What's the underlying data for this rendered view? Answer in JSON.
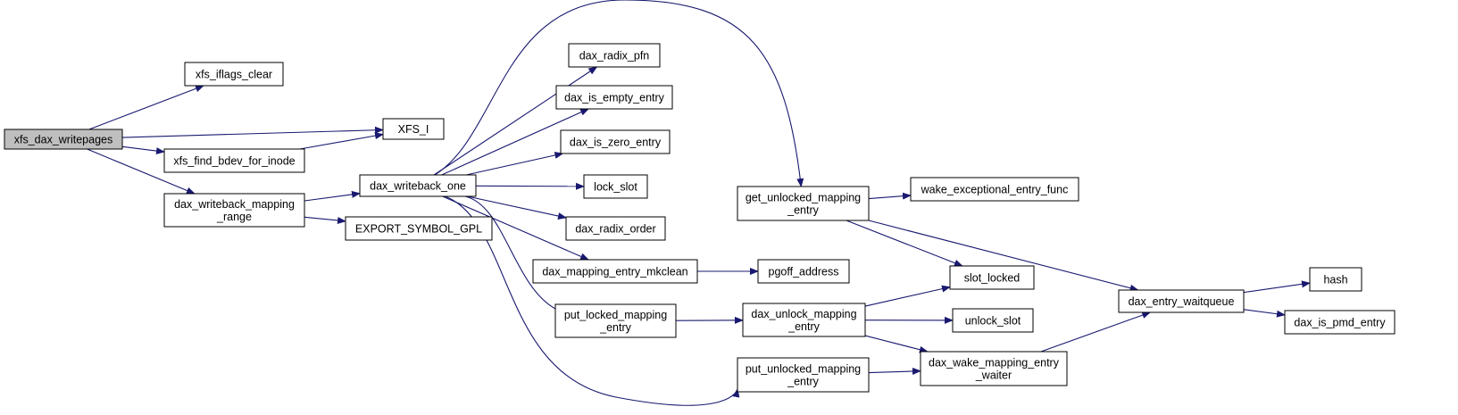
{
  "colors": {
    "node_fill": "#ffffff",
    "root_fill": "#bfbfbf",
    "node_border": "#000000",
    "edge": "#191970"
  },
  "nodes": [
    {
      "id": "xfs_dax_writepages",
      "lines": [
        "xfs_dax_writepages"
      ],
      "root": true
    },
    {
      "id": "xfs_iflags_clear",
      "lines": [
        "xfs_iflags_clear"
      ]
    },
    {
      "id": "XFS_I",
      "lines": [
        "XFS_I"
      ]
    },
    {
      "id": "xfs_find_bdev_for_inode",
      "lines": [
        "xfs_find_bdev_for_inode"
      ]
    },
    {
      "id": "dax_writeback_mapping_range",
      "lines": [
        "dax_writeback_mapping",
        "_range"
      ]
    },
    {
      "id": "dax_writeback_one",
      "lines": [
        "dax_writeback_one"
      ]
    },
    {
      "id": "EXPORT_SYMBOL_GPL",
      "lines": [
        "EXPORT_SYMBOL_GPL"
      ]
    },
    {
      "id": "dax_radix_pfn",
      "lines": [
        "dax_radix_pfn"
      ]
    },
    {
      "id": "dax_is_empty_entry",
      "lines": [
        "dax_is_empty_entry"
      ]
    },
    {
      "id": "dax_is_zero_entry",
      "lines": [
        "dax_is_zero_entry"
      ]
    },
    {
      "id": "lock_slot",
      "lines": [
        "lock_slot"
      ]
    },
    {
      "id": "dax_radix_order",
      "lines": [
        "dax_radix_order"
      ]
    },
    {
      "id": "dax_mapping_entry_mkclean",
      "lines": [
        "dax_mapping_entry_mkclean"
      ]
    },
    {
      "id": "put_locked_mapping_entry",
      "lines": [
        "put_locked_mapping",
        "_entry"
      ]
    },
    {
      "id": "put_unlocked_mapping_entry",
      "lines": [
        "put_unlocked_mapping",
        "_entry"
      ]
    },
    {
      "id": "get_unlocked_mapping_entry",
      "lines": [
        "get_unlocked_mapping",
        "_entry"
      ]
    },
    {
      "id": "wake_exceptional_entry_func",
      "lines": [
        "wake_exceptional_entry_func"
      ]
    },
    {
      "id": "pgoff_address",
      "lines": [
        "pgoff_address"
      ]
    },
    {
      "id": "dax_unlock_mapping_entry",
      "lines": [
        "dax_unlock_mapping",
        "_entry"
      ]
    },
    {
      "id": "slot_locked",
      "lines": [
        "slot_locked"
      ]
    },
    {
      "id": "unlock_slot",
      "lines": [
        "unlock_slot"
      ]
    },
    {
      "id": "dax_wake_mapping_entry_waiter",
      "lines": [
        "dax_wake_mapping_entry",
        "_waiter"
      ]
    },
    {
      "id": "dax_entry_waitqueue",
      "lines": [
        "dax_entry_waitqueue"
      ]
    },
    {
      "id": "hash",
      "lines": [
        "hash"
      ]
    },
    {
      "id": "dax_is_pmd_entry",
      "lines": [
        "dax_is_pmd_entry"
      ]
    }
  ],
  "edges": [
    [
      "xfs_dax_writepages",
      "xfs_iflags_clear"
    ],
    [
      "xfs_dax_writepages",
      "XFS_I"
    ],
    [
      "xfs_dax_writepages",
      "xfs_find_bdev_for_inode"
    ],
    [
      "xfs_dax_writepages",
      "dax_writeback_mapping_range"
    ],
    [
      "xfs_find_bdev_for_inode",
      "XFS_I"
    ],
    [
      "dax_writeback_mapping_range",
      "dax_writeback_one"
    ],
    [
      "dax_writeback_mapping_range",
      "EXPORT_SYMBOL_GPL"
    ],
    [
      "dax_writeback_one",
      "get_unlocked_mapping_entry"
    ],
    [
      "dax_writeback_one",
      "dax_radix_pfn"
    ],
    [
      "dax_writeback_one",
      "dax_is_empty_entry"
    ],
    [
      "dax_writeback_one",
      "dax_is_zero_entry"
    ],
    [
      "dax_writeback_one",
      "lock_slot"
    ],
    [
      "dax_writeback_one",
      "dax_radix_order"
    ],
    [
      "dax_writeback_one",
      "dax_mapping_entry_mkclean"
    ],
    [
      "dax_writeback_one",
      "put_locked_mapping_entry"
    ],
    [
      "dax_writeback_one",
      "put_unlocked_mapping_entry"
    ],
    [
      "get_unlocked_mapping_entry",
      "wake_exceptional_entry_func"
    ],
    [
      "get_unlocked_mapping_entry",
      "slot_locked"
    ],
    [
      "get_unlocked_mapping_entry",
      "dax_entry_waitqueue"
    ],
    [
      "dax_mapping_entry_mkclean",
      "pgoff_address"
    ],
    [
      "put_locked_mapping_entry",
      "dax_unlock_mapping_entry"
    ],
    [
      "dax_unlock_mapping_entry",
      "slot_locked"
    ],
    [
      "dax_unlock_mapping_entry",
      "unlock_slot"
    ],
    [
      "dax_unlock_mapping_entry",
      "dax_wake_mapping_entry_waiter"
    ],
    [
      "put_unlocked_mapping_entry",
      "dax_wake_mapping_entry_waiter"
    ],
    [
      "dax_wake_mapping_entry_waiter",
      "dax_entry_waitqueue"
    ],
    [
      "dax_entry_waitqueue",
      "hash"
    ],
    [
      "dax_entry_waitqueue",
      "dax_is_pmd_entry"
    ]
  ]
}
